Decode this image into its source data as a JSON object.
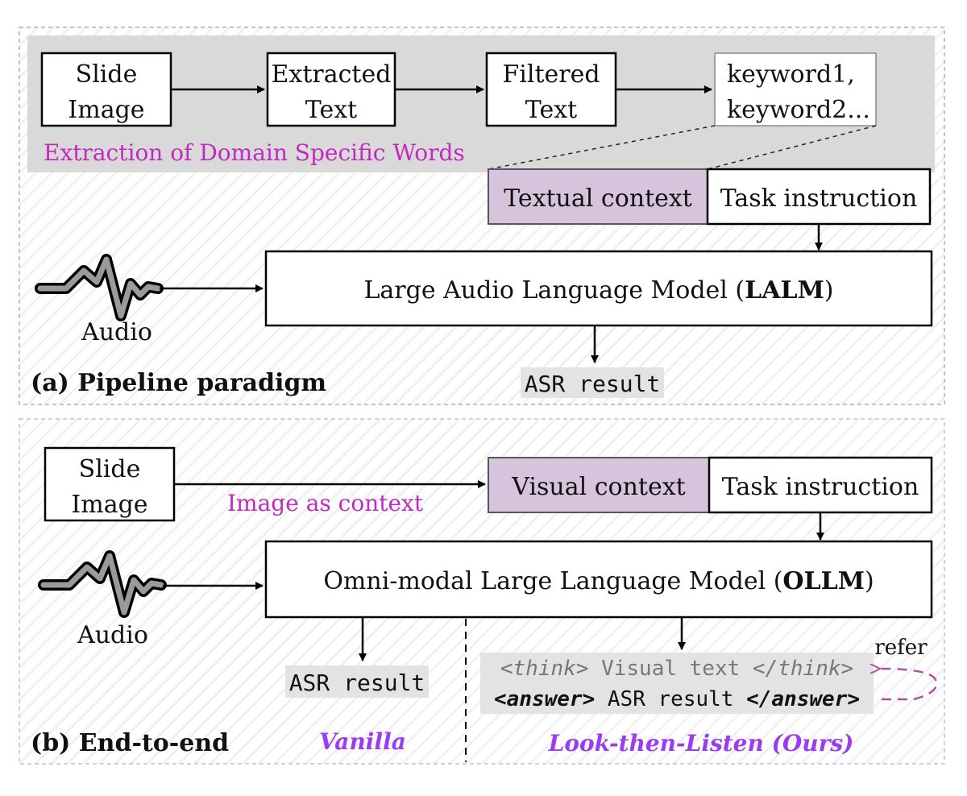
{
  "colors": {
    "magenta_label": "#c02ac0",
    "violet_label": "#9a3cf0",
    "context_fill": "#d8c3dc",
    "band_gray": "#d9d9d9",
    "dashed_refer": "#b0509a"
  },
  "section_a": {
    "title": "(a) Pipeline paradigm",
    "slide_image": [
      "Slide",
      "Image"
    ],
    "extracted_text": [
      "Extracted",
      "Text"
    ],
    "filtered_text": [
      "Filtered",
      "Text"
    ],
    "keywords": [
      "keyword1,",
      "keyword2..."
    ],
    "band_label": "Extraction of Domain Specific Words",
    "textual_context": "Textual context",
    "task_instruction": "Task instruction",
    "model_prefix": "Large Audio Language Model (",
    "model_bold": "LALM",
    "model_suffix": ")",
    "audio_label": "Audio",
    "asr_result": "ASR result",
    "audio_icon": "waveform-icon"
  },
  "section_b": {
    "title": "(b) End-to-end",
    "slide_image": [
      "Slide",
      "Image"
    ],
    "image_as_context": "Image as context",
    "visual_context": "Visual context",
    "task_instruction": "Task instruction",
    "model_prefix": "Omni-modal Large Language Model (",
    "model_bold": "OLLM",
    "model_suffix": ")",
    "audio_label": "Audio",
    "asr_result": "ASR result",
    "think_open": "<think>",
    "think_text": " Visual text ",
    "think_close": "</think>",
    "answer_open": "<answer>",
    "answer_text": " ASR result ",
    "answer_close": "</answer>",
    "refer": "refer",
    "vanilla": "Vanilla",
    "ours": "Look-then-Listen (Ours)",
    "audio_icon": "waveform-icon"
  }
}
